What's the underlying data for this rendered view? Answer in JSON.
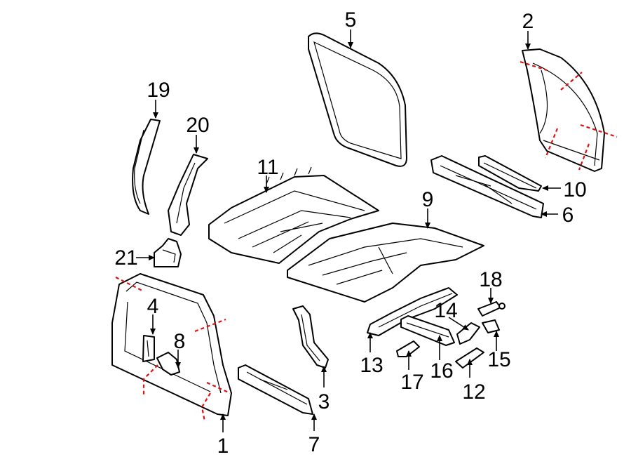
{
  "callouts": [
    {
      "id": "1",
      "label": "1"
    },
    {
      "id": "2",
      "label": "2"
    },
    {
      "id": "3",
      "label": "3"
    },
    {
      "id": "4",
      "label": "4"
    },
    {
      "id": "5",
      "label": "5"
    },
    {
      "id": "6",
      "label": "6"
    },
    {
      "id": "7",
      "label": "7"
    },
    {
      "id": "8",
      "label": "8"
    },
    {
      "id": "9",
      "label": "9"
    },
    {
      "id": "10",
      "label": "10"
    },
    {
      "id": "11",
      "label": "11"
    },
    {
      "id": "12",
      "label": "12"
    },
    {
      "id": "13",
      "label": "13"
    },
    {
      "id": "14",
      "label": "14"
    },
    {
      "id": "15",
      "label": "15"
    },
    {
      "id": "16",
      "label": "16"
    },
    {
      "id": "17",
      "label": "17"
    },
    {
      "id": "18",
      "label": "18"
    },
    {
      "id": "19",
      "label": "19"
    },
    {
      "id": "20",
      "label": "20"
    },
    {
      "id": "21",
      "label": "21"
    }
  ],
  "colors": {
    "outline": "#000000",
    "cut_line": "#e01010",
    "background": "#ffffff"
  }
}
